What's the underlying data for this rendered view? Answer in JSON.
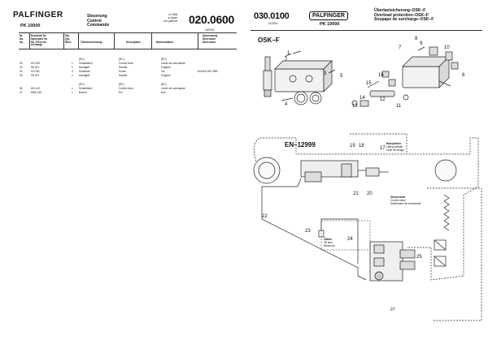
{
  "left_page": {
    "brand": "PALFINGER",
    "model": "PK 10000",
    "title_lines": [
      "Steuerung",
      "Control",
      "Commande"
    ],
    "ref_label_lines": [
      "zu Tafel",
      "to figure",
      "voir planche"
    ],
    "ref_number": "020.0600",
    "ref_code": "10/2000",
    "headers": [
      [
        "Nr.",
        "No.",
        "No."
      ],
      [
        "Ersatzteil Nr.",
        "Sparepart no.",
        "No. Piece de",
        "rechange"
      ],
      [
        "Stk.",
        "Qty.",
        "Nbre."
      ],
      [
        "Teilebezeichnung"
      ],
      [
        "Description"
      ],
      [
        "Nomenclature"
      ],
      [
        "Abmessung",
        "Dimension",
        "Dimension"
      ]
    ],
    "rows": [
      {
        "nr": "",
        "part": "",
        "qty": "",
        "de": "(RC)",
        "en": "(RC)",
        "fr": "(RC)",
        "dim": ""
      },
      {
        "nr": "32",
        "part": "HH 433",
        "qty": "1",
        "de": "Schalthebel",
        "en": "Control lever",
        "fr": "Levier de commande",
        "dim": ""
      },
      {
        "nr": "33",
        "part": "SK 871",
        "qty": "1",
        "de": "Handgriff",
        "en": "Handle",
        "fr": "Poignee",
        "dim": ""
      },
      {
        "nr": "34",
        "part": "KG 051",
        "qty": "4",
        "de": "Schraube",
        "en": "Screw",
        "fr": "Vis",
        "dim": "M 8x16 DIN 7984"
      },
      {
        "nr": "35",
        "part": "SK 871",
        "qty": "1",
        "de": "Handgriff",
        "en": "Handle",
        "fr": "Poignee",
        "dim": ""
      },
      {
        "nr": "",
        "part": "",
        "qty": "",
        "de": "(RC)",
        "en": "(RC)",
        "fr": "(RC)",
        "dim": ""
      },
      {
        "nr": "36",
        "part": "HH 419",
        "qty": "1",
        "de": "Schalthebel",
        "en": "Control lever",
        "fr": "Levier de commande",
        "dim": ""
      },
      {
        "nr": "37",
        "part": "HSB 246",
        "qty": "1",
        "de": "Bolzen",
        "en": "Pin",
        "fr": "Axe",
        "dim": ""
      }
    ]
  },
  "right_page": {
    "ref_number": "030.0100",
    "ref_code": "01/2004",
    "brand": "PALFINGER",
    "model": "PK 10000",
    "title_lines": [
      "Überlastsicherung–OSK–F",
      "Overload protection–OSK–F",
      "Soupape de surcharge–OSK–F"
    ],
    "section_label": "OSK–F",
    "kit_number": "EN–12999",
    "hubzylinder_lines": [
      "Hubzylinder",
      "Lifting cylinder",
      "Verin de levage"
    ],
    "steuerventil_lines": [
      "Steuerventil",
      "Control valve",
      "Distributeur de commande"
    ],
    "oeltank_lines": [
      "Öltank",
      "Oil tank",
      "Reservoir"
    ],
    "page_number": "27",
    "callouts": {
      "c1": "1",
      "c2": "2",
      "c3": "3",
      "c4": "4",
      "c5": "5",
      "c6": "6",
      "c7": "7",
      "c8": "8",
      "c9": "9",
      "c10": "10",
      "c11": "11",
      "c12": "12",
      "c13": "13",
      "c14": "14",
      "c15": "15",
      "c16": "16",
      "c17": "17",
      "c18": "18",
      "c19": "19",
      "c20": "20",
      "c21": "21",
      "c22": "22",
      "c23": "23",
      "c24": "24",
      "c25": "25"
    }
  }
}
